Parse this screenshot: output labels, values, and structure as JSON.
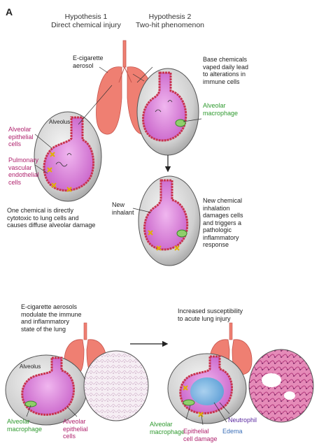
{
  "panel_label": "A",
  "hypothesis1": {
    "title": "Hypothesis 1",
    "subtitle": "Direct chemical injury"
  },
  "hypothesis2": {
    "title": "Hypothesis 2",
    "subtitle": "Two-hit phenomenon"
  },
  "labels": {
    "ecig_aerosol": "E-cigarette\naerosol",
    "base_chemicals": "Base chemicals\nvaped daily lead\nto alterations in\nimmune cells",
    "alveolar_macrophage_top": "Alveolar\nmacrophage",
    "alveolus_top": "Alveolus",
    "alveolar_epithelial_top": "Alveolar\nepithelial\ncells",
    "pulmonary_endothelial": "Pulmonary\nvascular\nendothelial\ncells",
    "one_chemical": "One chemical is directly\ncytotoxic to lung cells and\ncauses diffuse alveolar damage",
    "new_inhalant": "New\ninhalant",
    "new_chemical": "New chemical\ninhalation\ndamages cells\nand triggers a\npathologic\ninflammatory\nresponse",
    "ecig_modulate": "E-cigarette aerosols\nmodulate the immune\nand inflammatory\nstate of the lung",
    "increased_susceptibility": "Increased susceptibility\nto acute lung injury",
    "alveolus_bottom": "Alveolus",
    "alveolar_macrophage_bl": "Alveolar\nmacrophage",
    "alveolar_epithelial_bl": "Alveolar\nepithelial\ncells",
    "alveolar_macrophage_br": "Alveolar\nmacrophage",
    "epithelial_damage": "Epithelial\ncell damage",
    "edema": "Edema",
    "neutrophil": "Neutrophil"
  },
  "colors": {
    "lung": "#ef7f72",
    "lung_dark": "#d55f55",
    "alveolus_fill": "#d67ad6",
    "cell_red": "#c8334f",
    "sphere": "#dcdcdc",
    "magenta_text": "#b0236e",
    "green_text": "#2f9a2f",
    "purple_text": "#5a28a0",
    "edema": "#7ec8e8"
  }
}
